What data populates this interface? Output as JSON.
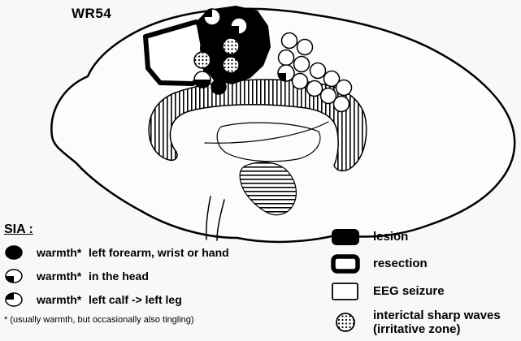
{
  "figure": {
    "title": "WR54"
  },
  "sia": {
    "heading": "SIA :",
    "items": [
      {
        "symbol": "solid-circle",
        "sensation": "warmth*",
        "location": "left forearm, wrist or hand"
      },
      {
        "symbol": "quarter-circle-bottom-left",
        "sensation": "warmth*",
        "location": "in the head"
      },
      {
        "symbol": "quarter-circle-top-left",
        "sensation": "warmth*",
        "location": "left calf -> left leg"
      }
    ],
    "footnote": "* (usually warmth, but occasionally also tingling)"
  },
  "legend": {
    "items": [
      {
        "symbol": "lesion-swatch",
        "label": "lesion"
      },
      {
        "symbol": "resection-swatch",
        "label": "resection"
      },
      {
        "symbol": "eeg-seizure-swatch",
        "label": "EEG seizure"
      },
      {
        "symbol": "interictal-swatch",
        "label": "interictal sharp waves",
        "label2": "(irritative zone)"
      }
    ]
  },
  "colors": {
    "ink": "#000000",
    "paper": "#f8f8f6"
  }
}
